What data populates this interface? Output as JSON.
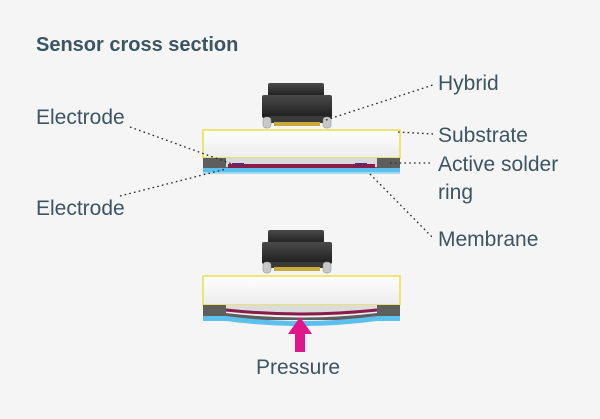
{
  "title": "Sensor cross section",
  "labels": {
    "hybrid": "Hybrid",
    "substrate": "Substrate",
    "active_solder_ring_line1": "Active solder",
    "active_solder_ring_line2": "ring",
    "membrane": "Membrane",
    "electrode_top": "Electrode",
    "electrode_bottom": "Electrode",
    "pressure": "Pressure"
  },
  "colors": {
    "text": "#3b5563",
    "substrate_outline": "#e8e04a",
    "membrane": "#5bc0ec",
    "electrode": "#8a1c4a",
    "solder_ring": "#5a5a5a",
    "hybrid": "#2f2f2f",
    "pressure_arrow": "#e0168a"
  },
  "icons": {
    "pressure": "arrow-up-icon"
  }
}
